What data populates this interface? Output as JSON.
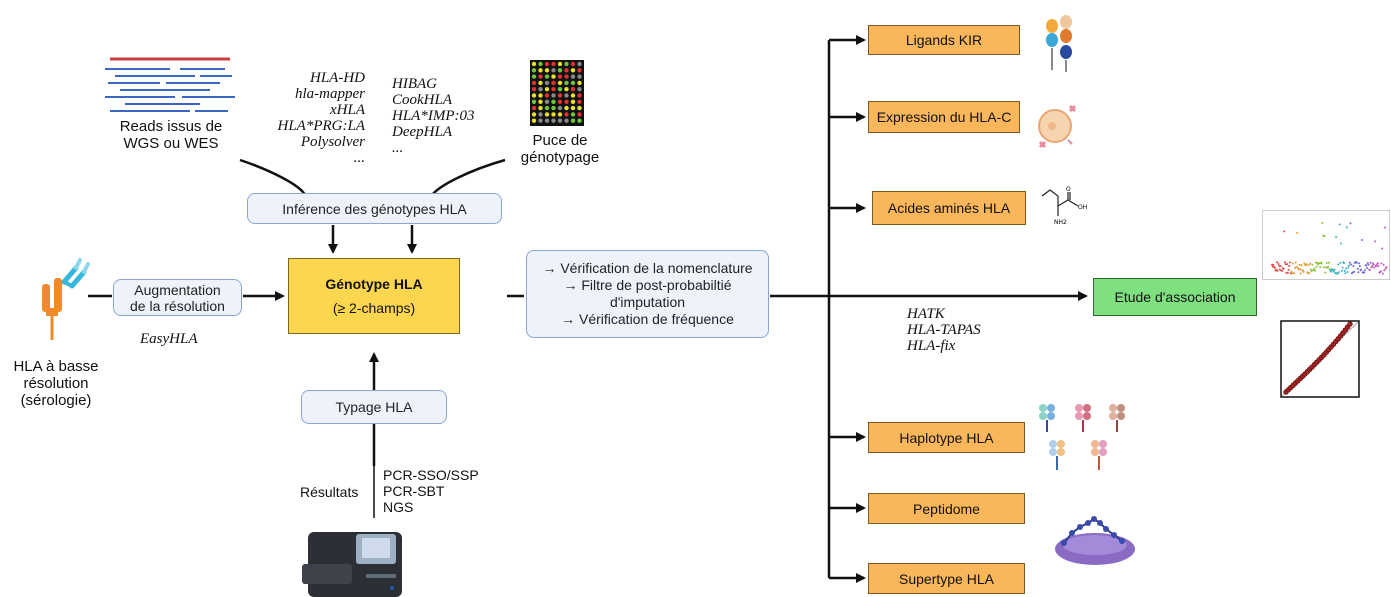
{
  "inputs": {
    "reads_label": "Reads issus de\nWGS ou WES",
    "chip_label": "Puce de\ngénotypage",
    "low_res_label": "HLA à basse\nrésolution\n(sérologie)"
  },
  "tools": {
    "seq_tools": [
      "HLA-HD",
      "hla-mapper",
      "xHLA",
      "HLA*PRG:LA",
      "Polysolver",
      "..."
    ],
    "impute_tools": [
      "HIBAG",
      "CookHLA",
      "HLA*IMP:03",
      "DeepHLA",
      "..."
    ],
    "easyhla": "EasyHLA",
    "assoc_tools": [
      "HATK",
      "HLA-TAPAS",
      "HLA-fix"
    ]
  },
  "boxes": {
    "inference": "Inférence des génotypes HLA",
    "augmentation": "Augmentation\nde la résolution",
    "genotype_title": "Génotype HLA",
    "genotype_sub": "(≥ 2-champs)",
    "typage": "Typage HLA",
    "qc_lines": [
      "→ Vérification de la nomenclature",
      "→ Filtre de post-probabiltié",
      "d'imputation",
      "→ Vérification de fréquence"
    ],
    "association": "Etude d'association"
  },
  "typing": {
    "results_label": "Résultats",
    "methods": [
      "PCR-SSO/SSP",
      "PCR-SBT",
      "NGS"
    ]
  },
  "outputs": [
    "Ligands KIR",
    "Expression du HLA-C",
    "Acides aminés HLA",
    "Haplotype HLA",
    "Peptidome",
    "Supertype HLA"
  ],
  "molecule_labels": {
    "oh": "OH",
    "o": "O",
    "nh2": "NH2"
  },
  "colors": {
    "blue_box": "#eef3fb",
    "orange_box": "#f9b65a",
    "yellow_box": "#fcd64f",
    "green_box": "#7ee07e"
  }
}
